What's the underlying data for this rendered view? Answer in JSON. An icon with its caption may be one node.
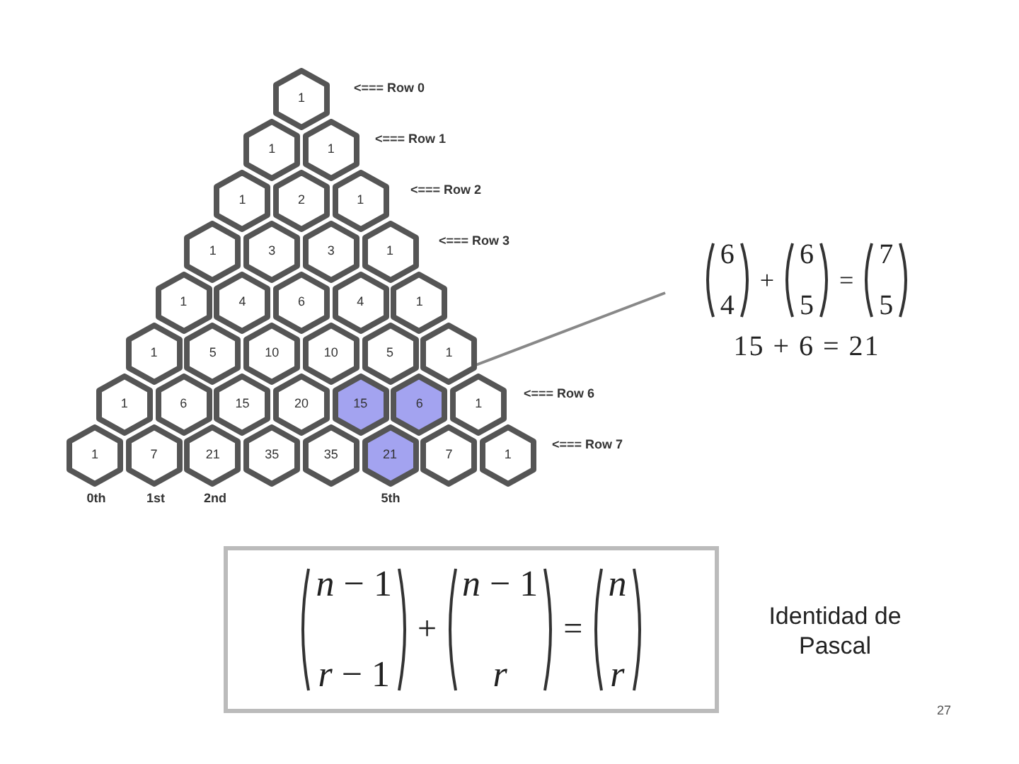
{
  "diagram": {
    "nodes": [
      {
        "text": [
          "1"
        ]
      },
      {
        "text": [
          "1"
        ]
      },
      {
        "text": [
          "1"
        ]
      },
      {
        "text": [
          "1"
        ]
      },
      {
        "text": [
          "2"
        ]
      },
      {
        "text": [
          "1"
        ]
      },
      {
        "text": [
          "1"
        ]
      },
      {
        "text": [
          "3"
        ]
      },
      {
        "text": [
          "3"
        ]
      },
      {
        "text": [
          "1"
        ]
      },
      {
        "text": [
          "1"
        ]
      },
      {
        "text": [
          "4"
        ]
      },
      {
        "text": [
          "6"
        ]
      },
      {
        "text": [
          "4"
        ]
      },
      {
        "text": [
          "1"
        ]
      },
      {
        "text": [
          "1"
        ]
      },
      {
        "text": [
          "5"
        ]
      },
      {
        "text": [
          "10"
        ]
      },
      {
        "text": [
          "10"
        ]
      },
      {
        "text": [
          "5"
        ]
      },
      {
        "text": [
          "1"
        ]
      },
      {
        "text": [
          "1"
        ]
      },
      {
        "text": [
          "6"
        ]
      },
      {
        "text": [
          "15"
        ]
      },
      {
        "text": [
          "20"
        ]
      },
      {
        "text": [
          "15"
        ]
      },
      {
        "text": [
          "6"
        ]
      },
      {
        "text": [
          "1"
        ]
      },
      {
        "text": [
          "1"
        ]
      },
      {
        "text": [
          "7"
        ]
      },
      {
        "text": [
          "21"
        ]
      },
      {
        "text": [
          "35"
        ]
      },
      {
        "text": [
          "35"
        ]
      },
      {
        "text": [
          "21"
        ]
      },
      {
        "text": [
          "7"
        ]
      },
      {
        "text": [
          "1"
        ]
      },
      {
        "text": [
          "6",
          "4",
          "+",
          "6",
          "5",
          "=",
          "7",
          "5",
          "15 + 6 = 21"
        ]
      },
      {
        "text": [
          "*n* − 1",
          "*r* − 1",
          "+",
          "*n* − 1",
          "*r*",
          "=",
          "*n*",
          "*r*"
        ]
      }
    ],
    "edges": [
      {
        "from": 36,
        "to": 20,
        "arrow": "none"
      }
    ],
    "labels": [
      "<=== Row 0",
      "<=== Row 1",
      "<=== Row 2",
      "<=== Row 3",
      "<=== Row 6",
      "<=== Row 7",
      "0th",
      "1st",
      "2nd",
      "5th",
      "Identidad de Pascal",
      "27"
    ]
  }
}
